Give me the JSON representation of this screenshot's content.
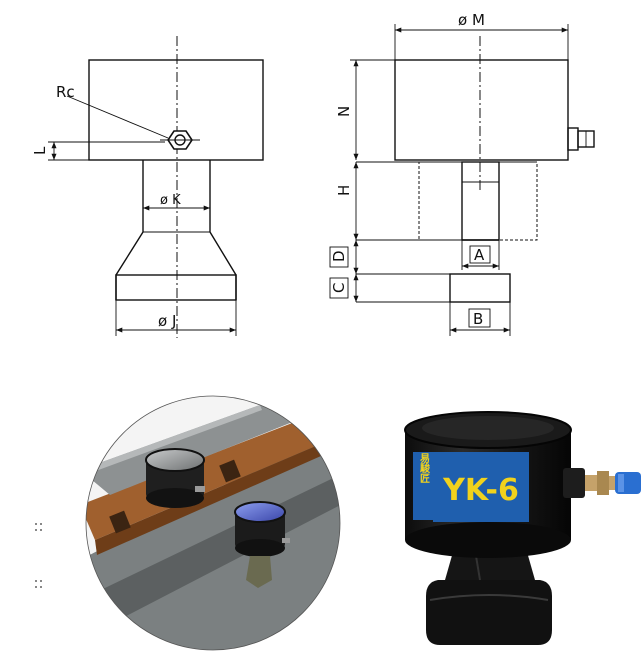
{
  "drawing": {
    "front_view": {
      "port_label": "Rc",
      "dim_l": "L",
      "dim_k": "ø K",
      "dim_j": "ø J"
    },
    "side_view": {
      "dim_m": "ø M",
      "dim_n": "N",
      "dim_h": "H",
      "dim_d": "D",
      "dim_c": "C",
      "dim_a": "A",
      "dim_b": "B"
    }
  },
  "product": {
    "label_text": "YK-6",
    "label_cjk": "易駿匠"
  },
  "colors": {
    "rail_wood": "#9a5a2a",
    "rail_metal": "#6f7475",
    "cap_blue": "#5561c8",
    "cylinder_black": "#1b1b1b",
    "label_blue": "#1f5fae",
    "label_yellow": "#f1d21c",
    "fitting_blue": "#2a6fd1",
    "fitting_brass": "#c5a26a"
  }
}
